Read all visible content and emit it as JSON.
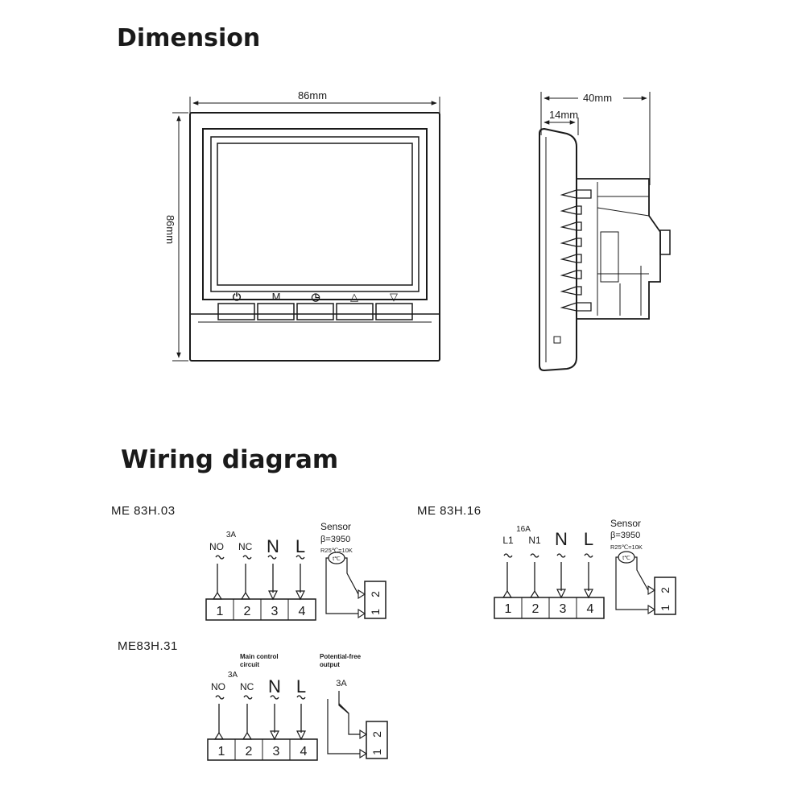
{
  "headings": {
    "dimension": "Dimension",
    "wiring": "Wiring diagram"
  },
  "front_view": {
    "width_label": "86mm",
    "height_label": "86mm",
    "buttons": [
      "⏻",
      "M",
      "◷",
      "△",
      "▽"
    ]
  },
  "side_view": {
    "depth_label": "40mm",
    "front_depth_label": "14mm"
  },
  "diagram_a": {
    "model": "ME 83H.03",
    "terminal_labels": [
      "NO",
      "NC",
      "N",
      "L"
    ],
    "rating": "3A",
    "numbers": [
      "1",
      "2",
      "3",
      "4"
    ],
    "sensor_title": "Sensor",
    "sensor_beta": "β=3950",
    "sensor_r": "R25℃=10K",
    "sensor_symbol": "t℃",
    "sensor_terms": [
      "1",
      "2"
    ]
  },
  "diagram_b": {
    "model": "ME 83H.16",
    "terminal_labels": [
      "L1",
      "N1",
      "N",
      "L"
    ],
    "rating": "16A",
    "numbers": [
      "1",
      "2",
      "3",
      "4"
    ],
    "sensor_title": "Sensor",
    "sensor_beta": "β=3950",
    "sensor_r": "R25℃=10K",
    "sensor_symbol": "t℃",
    "sensor_terms": [
      "1",
      "2"
    ]
  },
  "diagram_c": {
    "model": "ME83H.31",
    "terminal_labels": [
      "NO",
      "NC",
      "N",
      "L"
    ],
    "rating": "3A",
    "numbers": [
      "1",
      "2",
      "3",
      "4"
    ],
    "main_control": [
      "Main control",
      "circuit"
    ],
    "potential_free": [
      "Potential-free",
      "output"
    ],
    "output_rating": "3A",
    "output_terms": [
      "1",
      "2"
    ]
  }
}
